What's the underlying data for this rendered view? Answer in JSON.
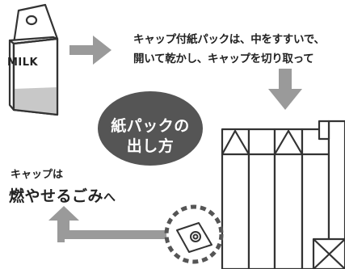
{
  "milk_carton": {
    "label": "MILK"
  },
  "instruction": {
    "line1": "キャップ付紙パックは、中をすすいで、",
    "line2": "開いて乾かし、キャップを切り取って"
  },
  "badge": {
    "line1": "紙パックの",
    "line2": "出し方"
  },
  "cap_note": {
    "line1": "キャップは",
    "emph": "燃やせるごみ",
    "suffix": "へ"
  },
  "colors": {
    "arrow": "#9a9a9a",
    "badge": "#555555",
    "milk_bottom": "#c8c8c8"
  }
}
